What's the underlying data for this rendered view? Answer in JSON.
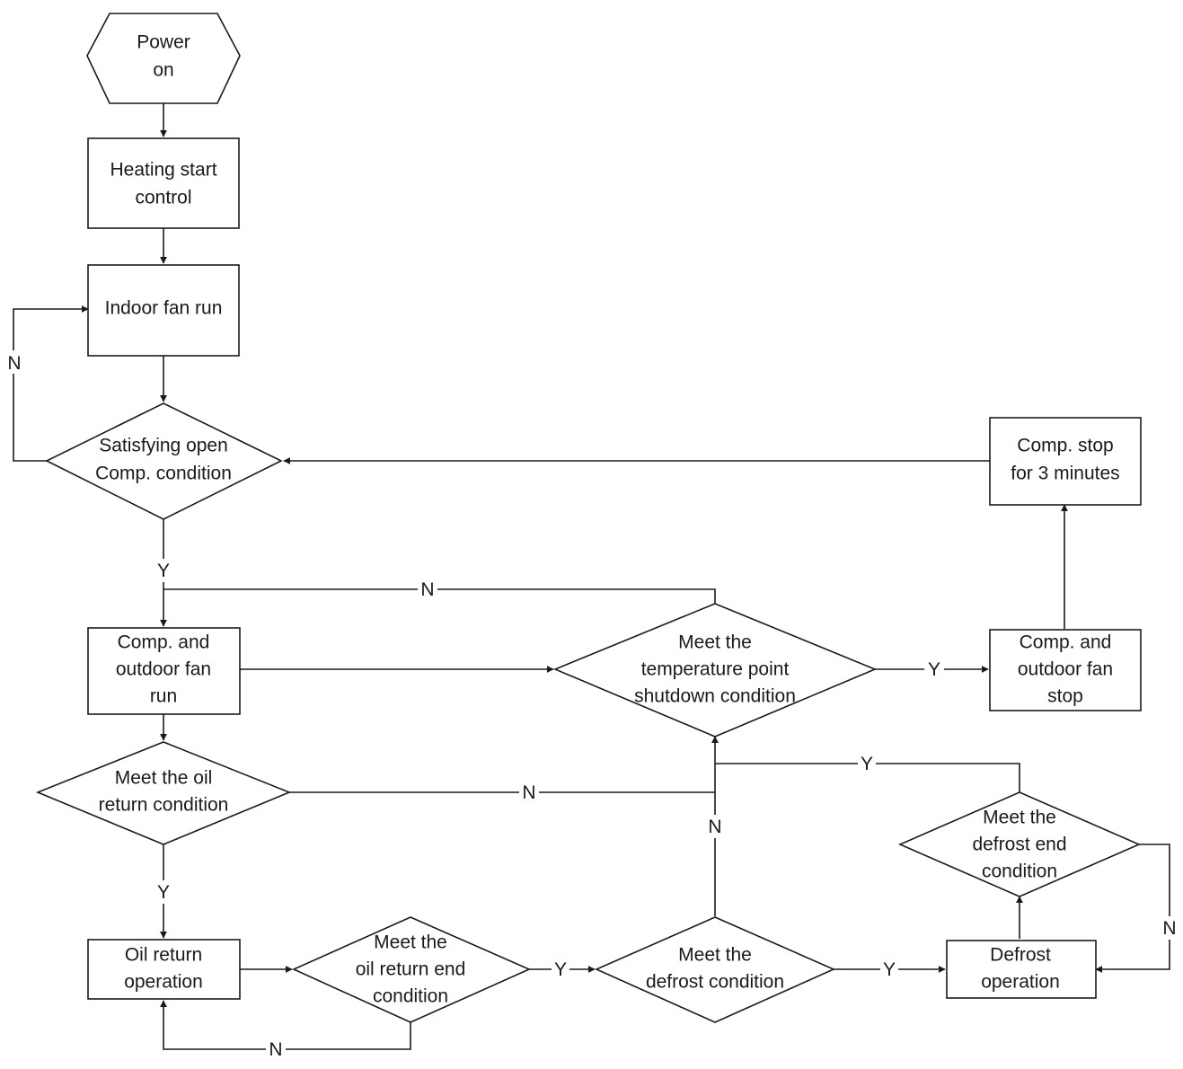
{
  "nodes": {
    "power_on": "Power\non",
    "heating_start": "Heating start\ncontrol",
    "indoor_fan": "Indoor fan run",
    "satisfy_open": "Satisfying open\nComp. condition",
    "comp_stop_3min": "Comp. stop\nfor 3 minutes",
    "comp_fan_run": "Comp. and\noutdoor fan\nrun",
    "temp_shutdown": "Meet the\ntemperature point\nshutdown condition",
    "comp_fan_stop": "Comp. and\noutdoor fan\nstop",
    "oil_return_cond": "Meet the oil\nreturn condition",
    "defrost_end": "Meet the\ndefrost end\ncondition",
    "oil_return_op": "Oil return\noperation",
    "oil_return_end": "Meet the\noil return end\ncondition",
    "defrost_cond": "Meet the\ndefrost condition",
    "defrost_op": "Defrost\noperation"
  },
  "edges": {
    "satisfy_no": "N",
    "satisfy_yes": "Y",
    "temp_no": "N",
    "temp_yes": "Y",
    "oil_cond_no": "N",
    "oil_cond_yes": "Y",
    "oil_end_yes": "Y",
    "oil_end_no": "N",
    "defrost_no": "N",
    "defrost_yes": "Y",
    "defrost_end_yes": "Y",
    "defrost_end_no": "N"
  }
}
